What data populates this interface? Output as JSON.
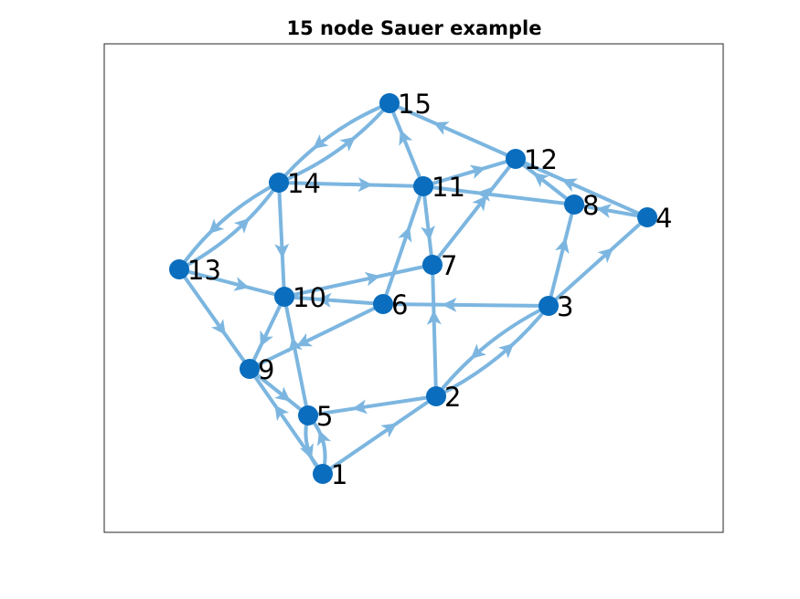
{
  "title": "15 node Sauer example",
  "colors": {
    "edge": "#7cb6e0",
    "node": "#0a6dbd",
    "axes": "#262626",
    "background": "#ffffff"
  },
  "graph": {
    "directed": true,
    "nodes": [
      {
        "id": "1",
        "label": "1"
      },
      {
        "id": "2",
        "label": "2"
      },
      {
        "id": "3",
        "label": "3"
      },
      {
        "id": "4",
        "label": "4"
      },
      {
        "id": "5",
        "label": "5"
      },
      {
        "id": "6",
        "label": "6"
      },
      {
        "id": "7",
        "label": "7"
      },
      {
        "id": "8",
        "label": "8"
      },
      {
        "id": "9",
        "label": "9"
      },
      {
        "id": "10",
        "label": "10"
      },
      {
        "id": "11",
        "label": "11"
      },
      {
        "id": "12",
        "label": "12"
      },
      {
        "id": "13",
        "label": "13"
      },
      {
        "id": "14",
        "label": "14"
      },
      {
        "id": "15",
        "label": "15"
      }
    ],
    "edges": [
      {
        "from": "1",
        "to": "2"
      },
      {
        "from": "1",
        "to": "5"
      },
      {
        "from": "1",
        "to": "9"
      },
      {
        "from": "5",
        "to": "1"
      },
      {
        "from": "2",
        "to": "5"
      },
      {
        "from": "2",
        "to": "7"
      },
      {
        "from": "2",
        "to": "3"
      },
      {
        "from": "3",
        "to": "2"
      },
      {
        "from": "3",
        "to": "6"
      },
      {
        "from": "3",
        "to": "8"
      },
      {
        "from": "3",
        "to": "4"
      },
      {
        "from": "4",
        "to": "8"
      },
      {
        "from": "4",
        "to": "12"
      },
      {
        "from": "5",
        "to": "10"
      },
      {
        "from": "6",
        "to": "9"
      },
      {
        "from": "6",
        "to": "10"
      },
      {
        "from": "10",
        "to": "7"
      },
      {
        "from": "6",
        "to": "11"
      },
      {
        "from": "8",
        "to": "11"
      },
      {
        "from": "8",
        "to": "12"
      },
      {
        "from": "11",
        "to": "7"
      },
      {
        "from": "7",
        "to": "12"
      },
      {
        "from": "11",
        "to": "12"
      },
      {
        "from": "11",
        "to": "15"
      },
      {
        "from": "12",
        "to": "15"
      },
      {
        "from": "14",
        "to": "11"
      },
      {
        "from": "15",
        "to": "14"
      },
      {
        "from": "14",
        "to": "15"
      },
      {
        "from": "14",
        "to": "10"
      },
      {
        "from": "14",
        "to": "13"
      },
      {
        "from": "13",
        "to": "14"
      },
      {
        "from": "13",
        "to": "10"
      },
      {
        "from": "13",
        "to": "9"
      },
      {
        "from": "10",
        "to": "9"
      },
      {
        "from": "9",
        "to": "5"
      }
    ]
  }
}
